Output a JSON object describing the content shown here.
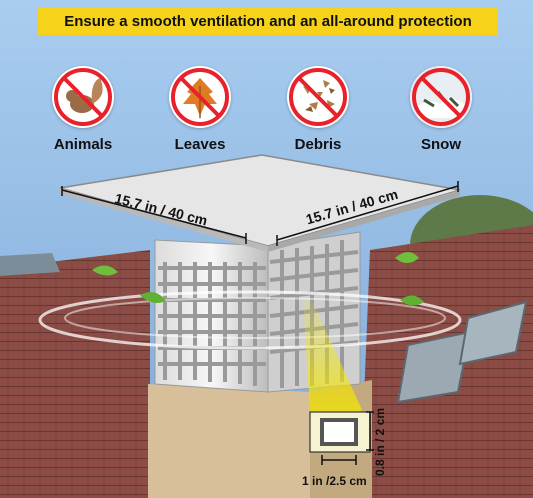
{
  "banner": {
    "text": "Ensure a smooth ventilation and an all-around protection"
  },
  "protections": [
    {
      "label": "Animals",
      "icon": "squirrel-prohibited-icon"
    },
    {
      "label": "Leaves",
      "icon": "leaf-prohibited-icon"
    },
    {
      "label": "Debris",
      "icon": "debris-prohibited-icon"
    },
    {
      "label": "Snow",
      "icon": "snow-prohibited-icon"
    }
  ],
  "dimensions": {
    "width_left": "15.7 in / 40 cm",
    "width_right": "15.7 in / 40 cm",
    "mesh_height": "0.8 in / 2 cm",
    "mesh_width": "1 in /2.5 cm"
  },
  "colors": {
    "banner": "#f6d31a",
    "prohibit": "#e8212a",
    "highlight": "#f3e300"
  }
}
